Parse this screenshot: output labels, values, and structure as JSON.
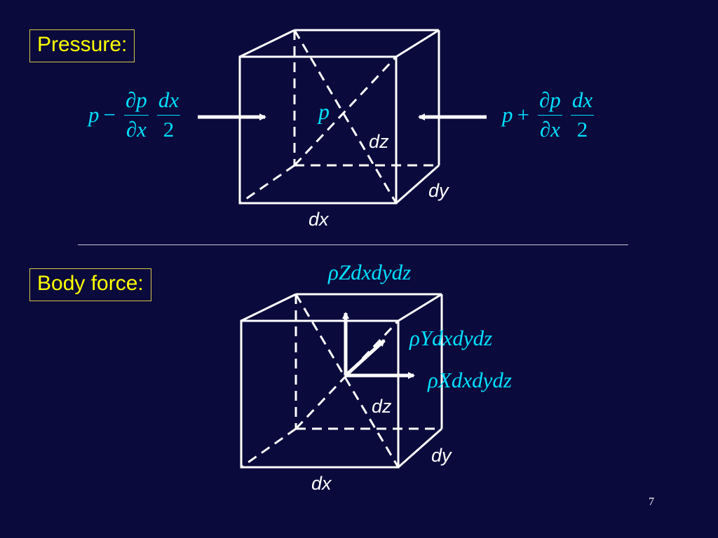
{
  "pressure_section": {
    "label": "Pressure:",
    "center_symbol": "p",
    "left_expression": {
      "base": "p",
      "operator": "−",
      "d_num": "∂p",
      "d_den": "∂x",
      "h_num": "dx",
      "h_den": "2"
    },
    "right_expression": {
      "base": "p",
      "operator": "+",
      "d_num": "∂p",
      "d_den": "∂x",
      "h_num": "dx",
      "h_den": "2"
    },
    "dims": {
      "dz": "dz",
      "dy": "dy",
      "dx": "dx"
    }
  },
  "body_section": {
    "label": "Body force:",
    "force_z": "ρZdxdydz",
    "force_y": "ρYdxdydz",
    "force_x": "ρXdxdydz",
    "dims": {
      "dz": "dz",
      "dy": "dy",
      "dx": "dx"
    }
  },
  "page_number": "7",
  "colors": {
    "background": "#0a0a3c",
    "label_text": "#ffff00",
    "label_border": "#d8c84a",
    "math": "#00e0ff",
    "lines": "#ffffff"
  }
}
